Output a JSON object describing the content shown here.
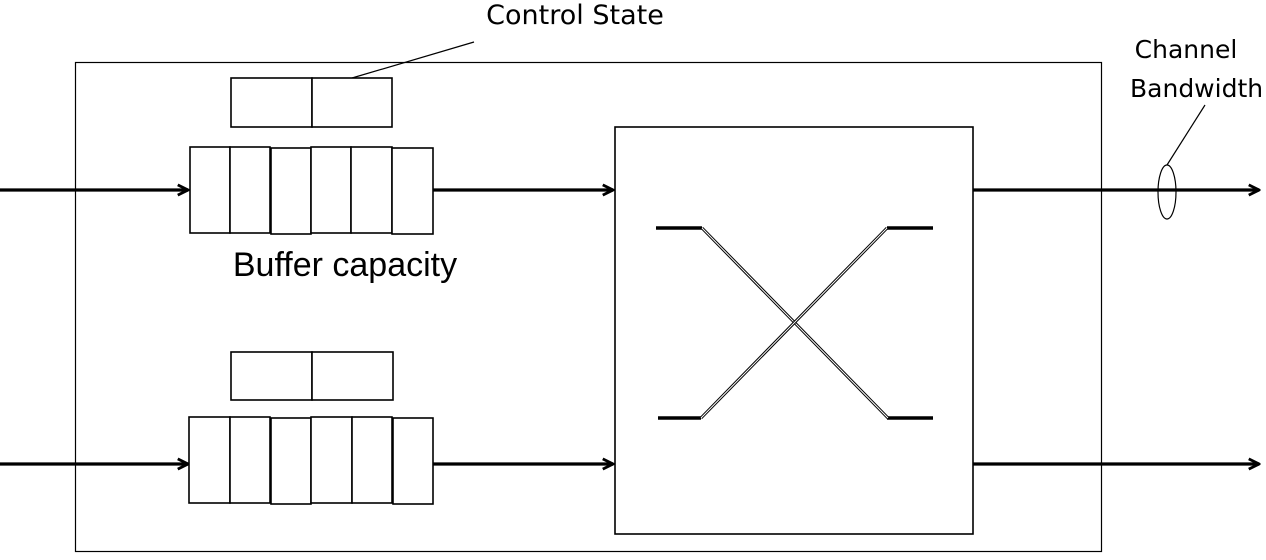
{
  "diagram": {
    "type": "router-microarchitecture",
    "labels": {
      "control_state": "Control State",
      "buffer_capacity": "Buffer capacity",
      "channel_bandwidth_line1": "Channel",
      "channel_bandwidth_line2": "Bandwidth"
    },
    "input_ports": [
      {
        "name": "input-port-1",
        "buffer_slots": 6,
        "control_state_fields": 2
      },
      {
        "name": "input-port-2",
        "buffer_slots": 6,
        "control_state_fields": 2
      }
    ],
    "switch": {
      "name": "crossbar",
      "inputs": 2,
      "outputs": 2
    },
    "output_ports": [
      {
        "name": "output-port-1"
      },
      {
        "name": "output-port-2"
      }
    ],
    "colors": {
      "stroke": "#000000",
      "background": "#ffffff"
    }
  }
}
